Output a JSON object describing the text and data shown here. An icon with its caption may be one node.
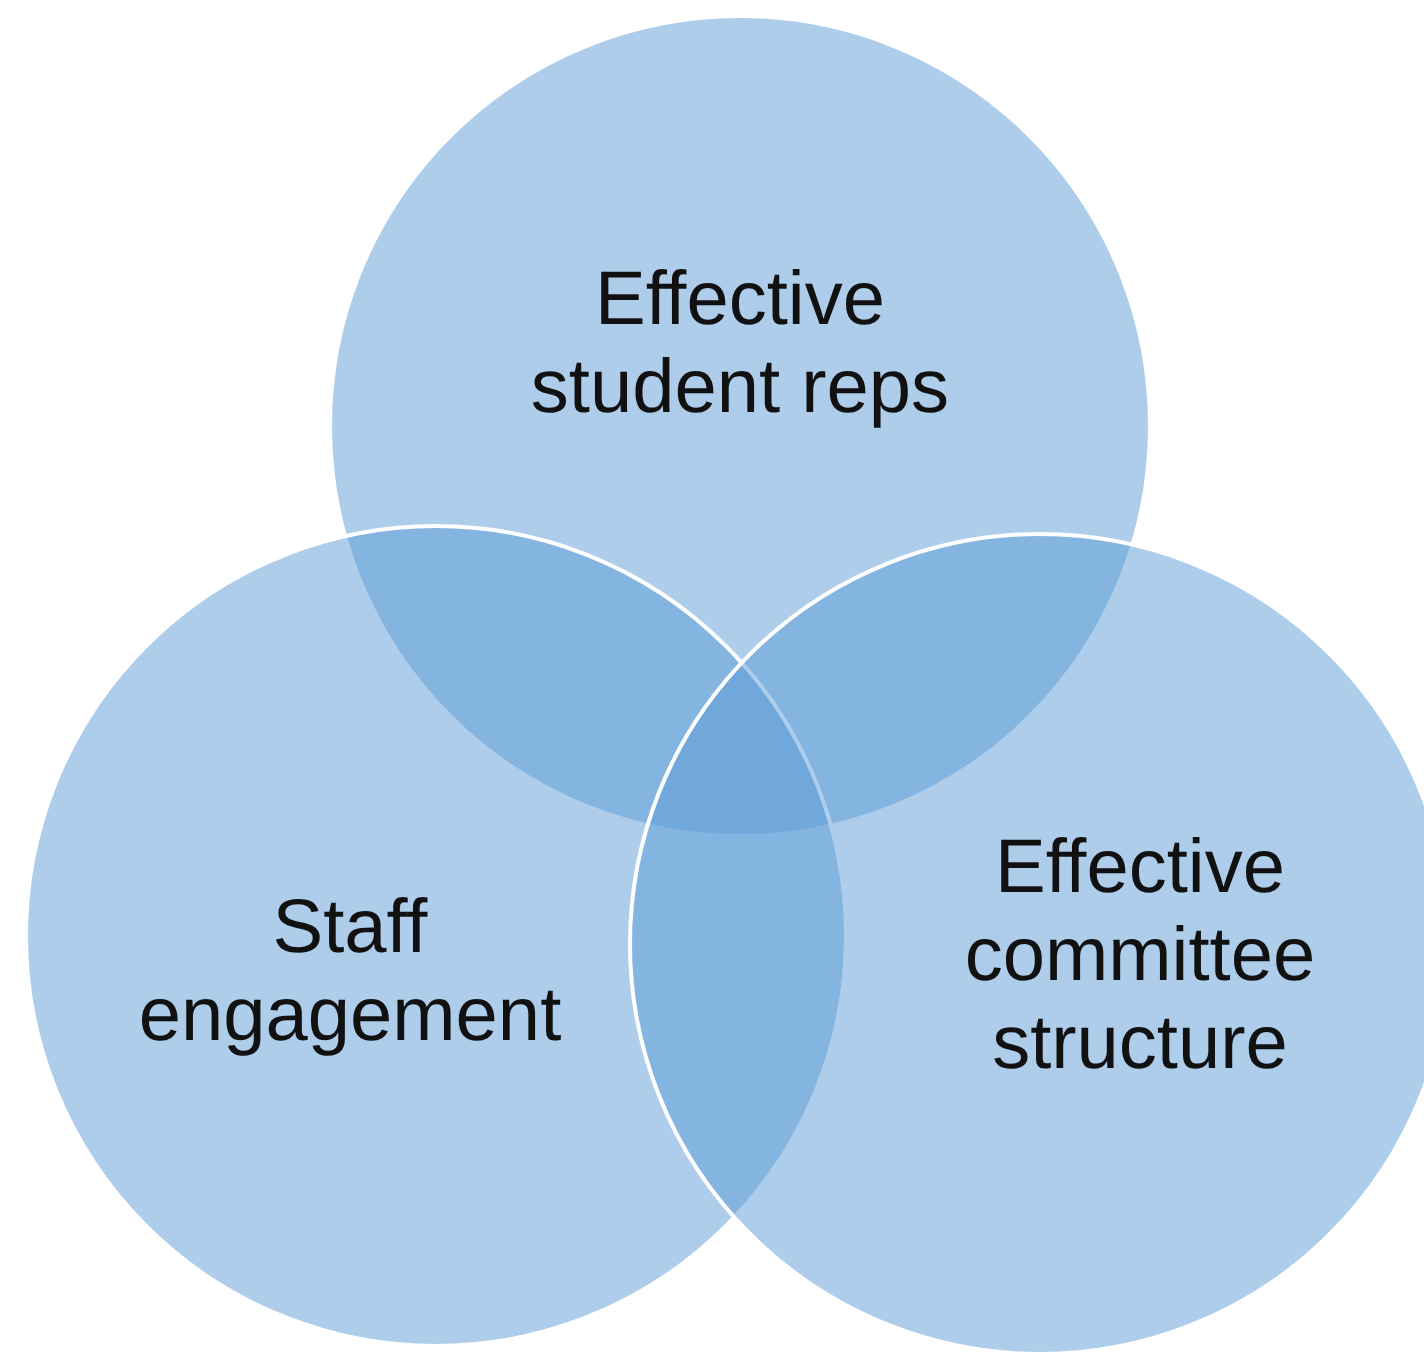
{
  "diagram": {
    "nodes": [
      {
        "text": [
          "Effective student reps"
        ]
      },
      {
        "text": [
          "Staff engagement"
        ]
      },
      {
        "text": [
          "Effective committee structure"
        ]
      }
    ]
  }
}
